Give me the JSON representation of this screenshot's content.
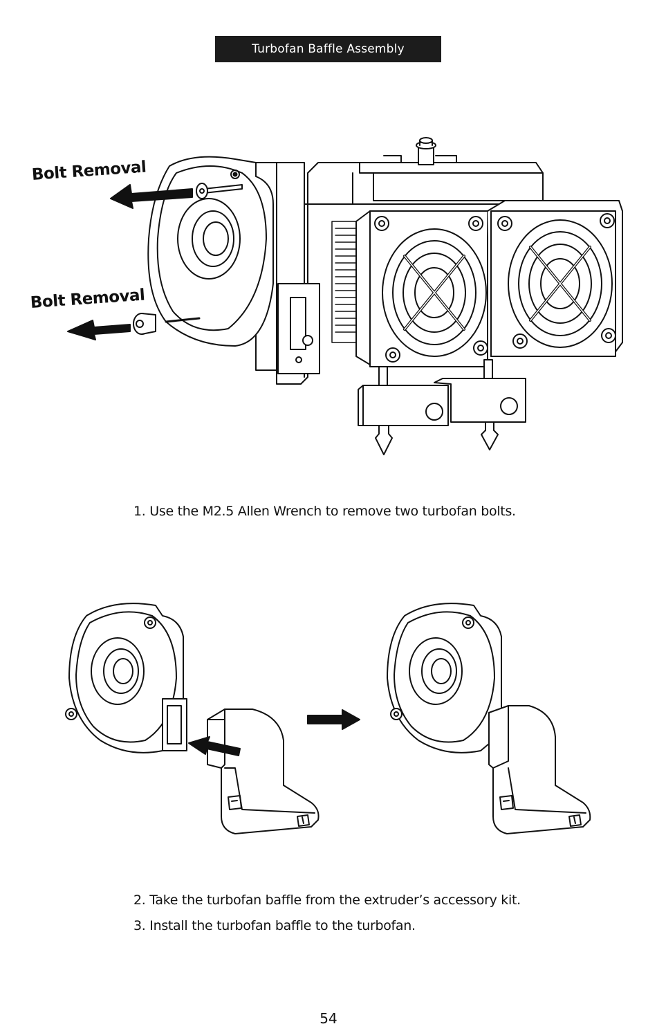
{
  "header": {
    "title": "Turbofan Baffle Assembly"
  },
  "figure1": {
    "callouts": [
      "Bolt Removal",
      "Bolt Removal"
    ],
    "icons": [
      "extruder-assembly-illustration",
      "bolt-icon",
      "arrow-left-icon",
      "cooling-fan-icon",
      "heater-block-icon",
      "nozzle-icon"
    ]
  },
  "steps": {
    "step1": "1. Use the M2.5 Allen Wrench to remove two turbofan bolts.",
    "step2": "2. Take the turbofan baffle from the extruder’s accessory kit.",
    "step3": "3. Install the turbofan baffle to the turbofan."
  },
  "figure2": {
    "icons": [
      "turbofan-icon",
      "baffle-icon",
      "arrow-right-icon",
      "turbofan-with-baffle-icon"
    ]
  },
  "footer": {
    "page_number": "54"
  }
}
